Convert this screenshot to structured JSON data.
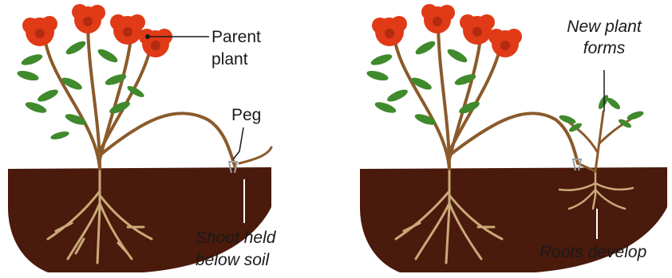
{
  "left": {
    "labels": {
      "parent_plant": "Parent plant",
      "peg": "Peg",
      "shoot_below_soil": "Shoot held below soil"
    }
  },
  "right": {
    "labels": {
      "new_plant": "New plant forms",
      "roots_develop": "Roots develop"
    }
  },
  "colors": {
    "soil": "#4a1a0c",
    "stem": "#8b5a2b",
    "flower": "#e03a17",
    "leaf": "#3f8a2c",
    "root": "#c9a978"
  }
}
